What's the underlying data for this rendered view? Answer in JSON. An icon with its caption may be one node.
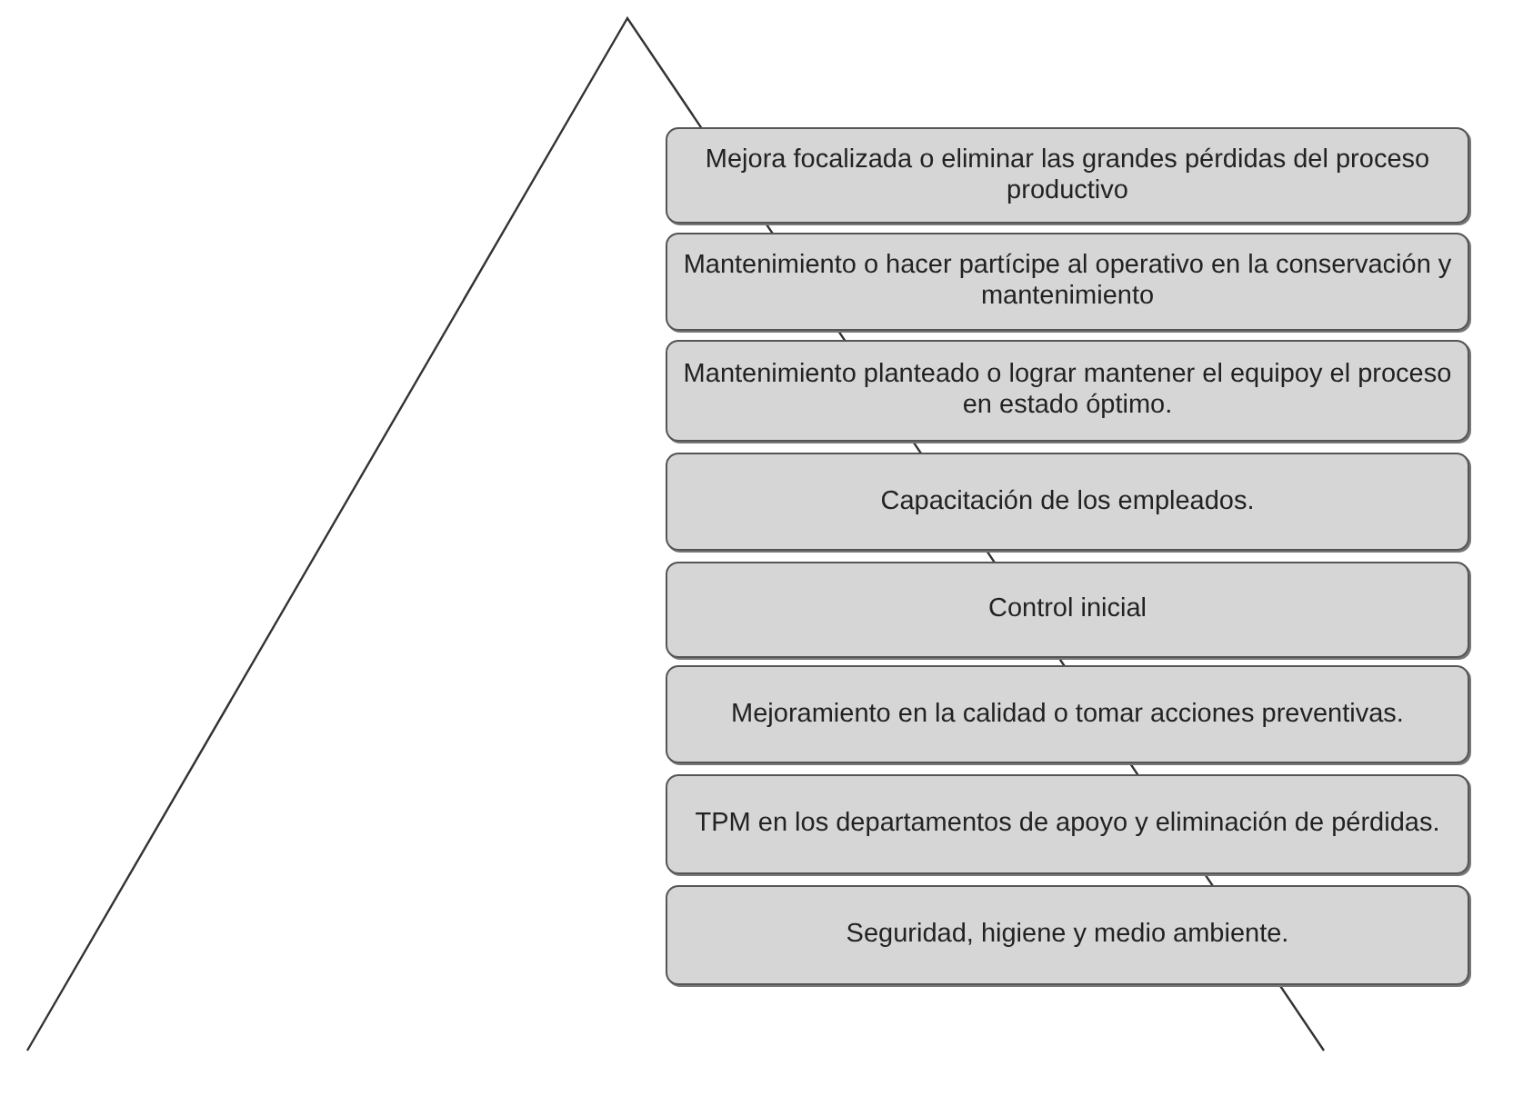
{
  "diagram": {
    "nodes": [
      {
        "text": [
          "Mejora focalizada o eliminar las grandes pérdidas del proceso productivo"
        ]
      },
      {
        "text": [
          "Mantenimiento o hacer partícipe al operativo en la conservación y mantenimiento"
        ]
      },
      {
        "text": [
          "Mantenimiento planteado o lograr mantener el equipoy el proceso en estado óptimo."
        ]
      },
      {
        "text": [
          "Capacitación de los empleados."
        ]
      },
      {
        "text": [
          "Control inicial"
        ]
      },
      {
        "text": [
          "Mejoramiento en la calidad o tomar acciones preventivas."
        ]
      },
      {
        "text": [
          "TPM en los departamentos de apoyo y eliminación de pérdidas."
        ]
      },
      {
        "text": [
          "Seguridad, higiene y medio ambiente."
        ]
      }
    ]
  }
}
